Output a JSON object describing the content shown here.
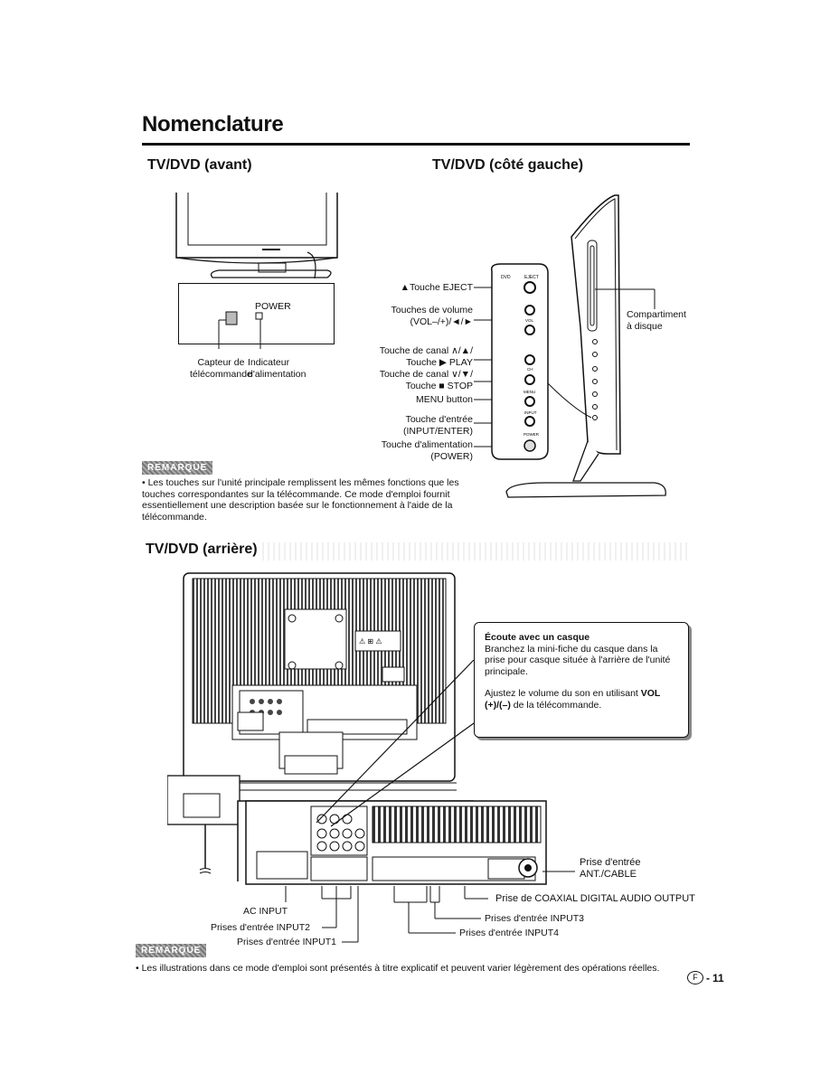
{
  "page": {
    "title": "Nomenclature",
    "page_number": "11",
    "page_letter": "F",
    "page_sep": "-"
  },
  "front": {
    "heading": "TV/DVD (avant)",
    "power_label": "POWER",
    "sensor_label": "Capteur de\ntélécommande",
    "indicator_label": "Indicateur\nd'alimentation"
  },
  "side": {
    "heading": "TV/DVD (côté gauche)",
    "eject": "▲Touche EJECT",
    "volume": "Touches de volume\n(VOL–/+)/◄/►",
    "channel_up": "Touche de canal ∧/▲/\nTouche ▶ PLAY",
    "channel_down": "Touche de canal ∨/▼/\nTouche ■ STOP",
    "menu": "MENU button",
    "input": "Touche d'entrée\n(INPUT/ENTER)",
    "power": "Touche d'alimentation\n(POWER)",
    "compartment": "Compartiment\nà disque",
    "btn_labels": [
      "DVD",
      "EJECT",
      "VOL",
      "CH",
      "MENU",
      "INPUT",
      "POWER"
    ]
  },
  "note1": {
    "badge": "REMARQUE",
    "text": "• Les touches sur l'unité principale remplissent les mêmes fonctions que les touches correspondantes sur la télécommande. Ce mode d'emploi fournit essentiellement une description basée sur le fonctionnement à l'aide de la télécommande."
  },
  "rear": {
    "heading": "TV/DVD (arrière)",
    "headphone_title": "Écoute avec un casque",
    "headphone_text1": "Branchez la mini-fiche du casque dans la prise pour casque située à l'arrière de l'unité principale.",
    "headphone_text2_pre": "Ajustez le volume du son en utilisant ",
    "headphone_text2_bold": "VOL (+)/(–)",
    "headphone_text2_post": " de la télécommande.",
    "ant_cable": "Prise d'entrée\nANT./CABLE",
    "coaxial": "Prise de COAXIAL DIGITAL AUDIO OUTPUT",
    "input3": "Prises d'entrée INPUT3",
    "input4": "Prises d'entrée INPUT4",
    "ac_input": "AC INPUT",
    "input2": "Prises d'entrée INPUT2",
    "input1": "Prises d'entrée INPUT1"
  },
  "note2": {
    "badge": "REMARQUE",
    "text": "• Les illustrations dans ce mode d'emploi sont présentés à titre explicatif et peuvent varier légèrement des opérations réelles."
  }
}
